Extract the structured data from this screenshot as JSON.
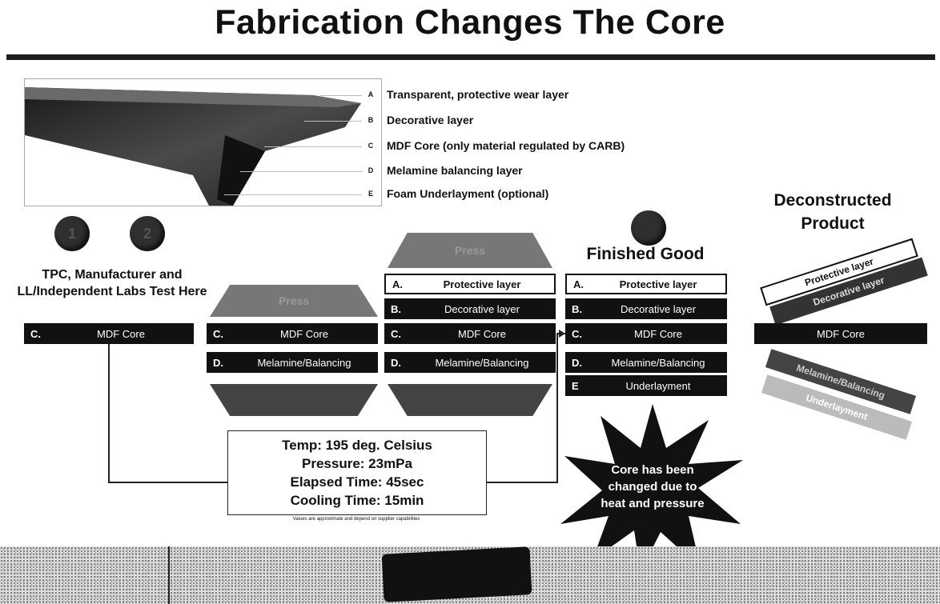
{
  "title": "Fabrication Changes The Core",
  "legend": [
    {
      "letter": "A",
      "text": "Transparent, protective wear layer"
    },
    {
      "letter": "B",
      "text": "Decorative layer"
    },
    {
      "letter": "C",
      "text": "MDF Core (only material regulated by CARB)"
    },
    {
      "letter": "D",
      "text": "Melamine balancing layer"
    },
    {
      "letter": "E",
      "text": "Foam Underlayment (optional)"
    }
  ],
  "steps": {
    "one": "1",
    "two": "2"
  },
  "test_heading": "TPC, Manufacturer and LL/Independent Labs Test Here",
  "col1": {
    "core": {
      "letter": "C.",
      "text": "MDF Core"
    }
  },
  "col2": {
    "press_top": "Press",
    "layers": [
      {
        "letter": "C.",
        "text": "MDF Core"
      },
      {
        "letter": "D.",
        "text": "Melamine/Balancing"
      }
    ]
  },
  "col3": {
    "press_top": "Press",
    "layers": [
      {
        "letter": "A.",
        "text": "Protective layer"
      },
      {
        "letter": "B.",
        "text": "Decorative layer"
      },
      {
        "letter": "C.",
        "text": "MDF Core"
      },
      {
        "letter": "D.",
        "text": "Melamine/Balancing"
      }
    ]
  },
  "finished": {
    "heading": "Finished Good",
    "layers": [
      {
        "letter": "A.",
        "text": "Protective layer"
      },
      {
        "letter": "B.",
        "text": "Decorative layer"
      },
      {
        "letter": "C.",
        "text": "MDF Core"
      },
      {
        "letter": "D.",
        "text": "Melamine/Balancing"
      },
      {
        "letter": "E",
        "text": "Underlayment"
      }
    ]
  },
  "deconstructed": {
    "heading_line1": "Deconstructed",
    "heading_line2": "Product",
    "protective": "Protective layer",
    "decorative": "Decorative layer",
    "core": "MDF Core",
    "melamine": "Melamine/Balancing",
    "underlayment": "Underlayment"
  },
  "conditions": {
    "temp": "Temp: 195 deg. Celsius",
    "pressure": "Pressure: 23mPa",
    "elapsed": "Elapsed Time: 45sec",
    "cooling": "Cooling Time: 15min",
    "note": "Values are approximate and depend on supplier capabilities"
  },
  "burst": {
    "line1": "Core has been",
    "line2": "changed due to",
    "line3": "heat and pressure"
  },
  "colors": {
    "dark": "#111111",
    "press": "#777777",
    "divider": "#1e1e1e"
  }
}
